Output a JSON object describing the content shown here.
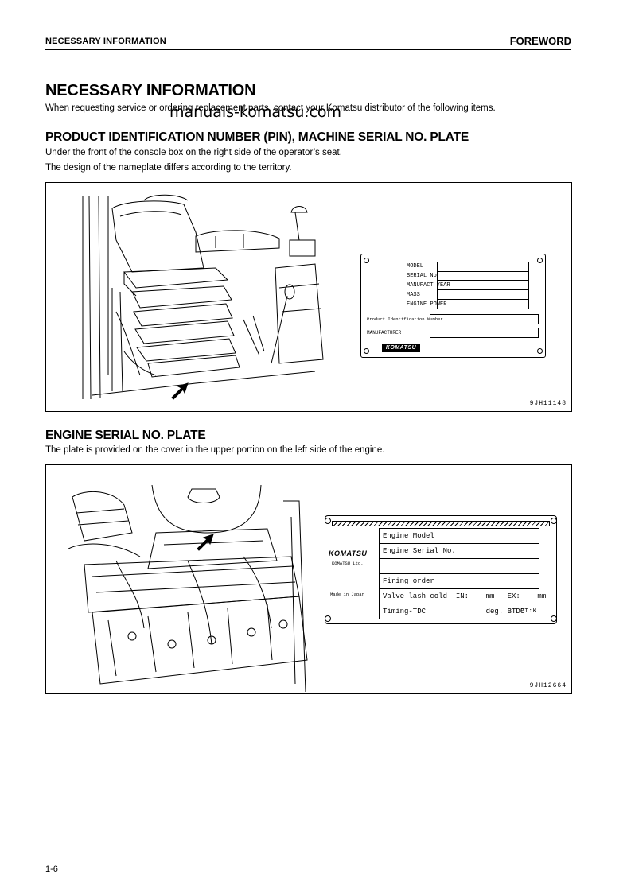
{
  "header": {
    "left": "NECESSARY INFORMATION",
    "right": "FOREWORD"
  },
  "title": "NECESSARY INFORMATION",
  "intro": "When requesting service or ordering replacement parts, contact your Komatsu distributor of the following items.",
  "watermark": "manuals-komatsu.com",
  "section1": {
    "heading": "PRODUCT IDENTIFICATION NUMBER (PIN), MACHINE SERIAL NO. PLATE",
    "line1": "Under the front of the console box on the right side of the operator’s seat.",
    "line2": "The design of the nameplate differs according to the territory.",
    "figure_code": "9JH11148",
    "plate": {
      "rows": [
        "MODEL",
        "SERIAL No",
        "MANUFACT YEAR",
        "MASS",
        "ENGINE POWER"
      ],
      "pin_label": "Product Identification Number",
      "manufacturer_label": "MANUFACTURER",
      "logo": "KOMATSU"
    }
  },
  "section2": {
    "heading": "ENGINE SERIAL NO. PLATE",
    "line1": "The plate is provided on the cover in the upper portion on the left side of the engine.",
    "figure_code": "9JH12664",
    "plate": {
      "logo": "KOMATSU",
      "company": "KOMATSU Ltd.",
      "made_in": "Made in Japan",
      "rows": [
        "Engine Model",
        "Engine Serial No.",
        "",
        "Firing order",
        "Valve lash cold  IN:    mm   EX:    mm",
        "Timing-TDC              deg. BTDC"
      ],
      "code": "PT:K"
    }
  },
  "page_number": "1-6"
}
